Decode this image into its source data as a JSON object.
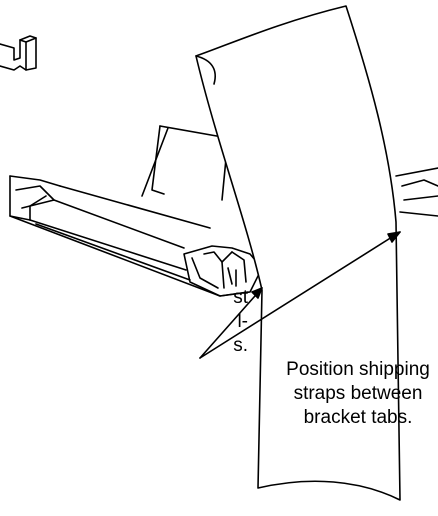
{
  "figure": {
    "callout_main": [
      "Position shipping",
      "straps between",
      "bracket tabs."
    ],
    "callout_left_partial": [
      "st",
      "l-",
      "s."
    ],
    "stroke_color": "#000000",
    "background_color": "#ffffff"
  }
}
